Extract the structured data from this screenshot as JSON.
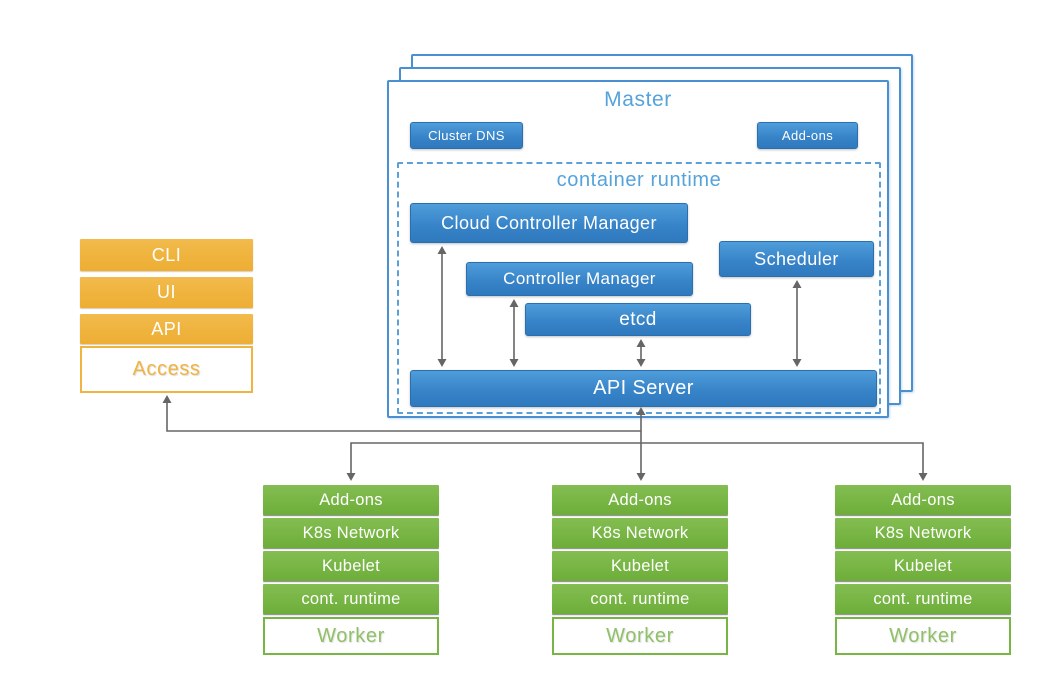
{
  "colors": {
    "blue_fill": "#3884c9",
    "blue_border": "#4a90d0",
    "blue_text": "#55a3db",
    "orange": "#f0b440",
    "green": "#77b544",
    "green_text": "#90c168",
    "arrow_gray": "#666666"
  },
  "access_panel": {
    "items": [
      "CLI",
      "UI",
      "API"
    ],
    "label": "Access"
  },
  "master_panel": {
    "title": "Master",
    "cluster_dns_label": "Cluster DNS",
    "addons_label": "Add-ons",
    "container_runtime": {
      "title": "container runtime",
      "cloud_controller_manager": "Cloud Controller Manager",
      "controller_manager": "Controller Manager",
      "scheduler": "Scheduler",
      "etcd": "etcd",
      "api_server": "API Server"
    }
  },
  "workers": [
    {
      "rows": [
        "Add-ons",
        "K8s Network",
        "Kubelet",
        "cont. runtime"
      ],
      "label": "Worker"
    },
    {
      "rows": [
        "Add-ons",
        "K8s Network",
        "Kubelet",
        "cont. runtime"
      ],
      "label": "Worker"
    },
    {
      "rows": [
        "Add-ons",
        "K8s Network",
        "Kubelet",
        "cont. runtime"
      ],
      "label": "Worker"
    }
  ]
}
